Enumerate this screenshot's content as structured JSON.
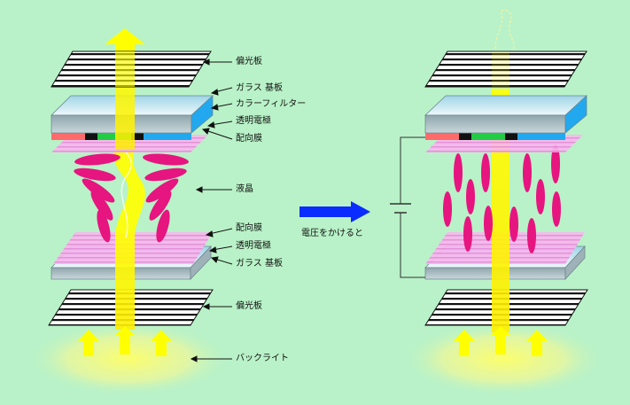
{
  "labels": {
    "polarizer_top": "偏光板",
    "glass_top": "ガラス 基板",
    "color_filter": "カラーフィルター",
    "electrode_top": "透明電極",
    "alignment_top": "配向膜",
    "liquid_crystal": "液晶",
    "alignment_bottom": "配向膜",
    "electrode_bottom": "透明電極",
    "glass_bottom": "ガラス 基板",
    "polarizer_bottom": "偏光板",
    "backlight": "バックライト"
  },
  "transition": {
    "caption": "電圧をかけると"
  },
  "colors": {
    "background": "#b9f2c8",
    "light_beam": "#ffff00",
    "liquid_crystal": "#e6157f",
    "alignment_film": "#f7b7ee",
    "glass": "#cfe7ea",
    "filter_blue": "#22a8ee",
    "arrow_blue": "#0a2cff"
  }
}
